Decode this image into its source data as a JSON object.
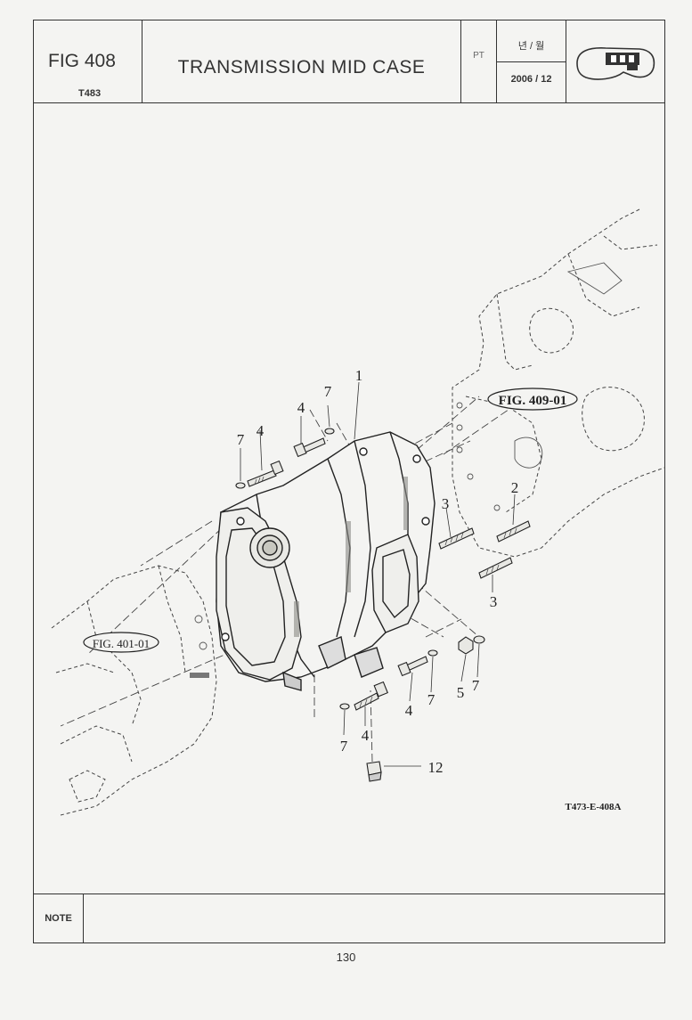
{
  "header": {
    "fig_label": "FIG 408",
    "fig_code": "T483",
    "title": "TRANSMISSION MID CASE",
    "pt_label": "PT",
    "ym_label": "년 / 월",
    "date": "2006 / 12"
  },
  "drawing": {
    "drawing_code": "T473-E-408A",
    "fig_refs": [
      "FIG. 409-01",
      "FIG. 401-01"
    ],
    "callouts": [
      "1",
      "7",
      "4",
      "7",
      "4",
      "3",
      "2",
      "3",
      "5",
      "7",
      "4",
      "7",
      "7",
      "4",
      "12"
    ]
  },
  "note": {
    "label": "NOTE"
  },
  "footer": {
    "page_number": "130"
  }
}
